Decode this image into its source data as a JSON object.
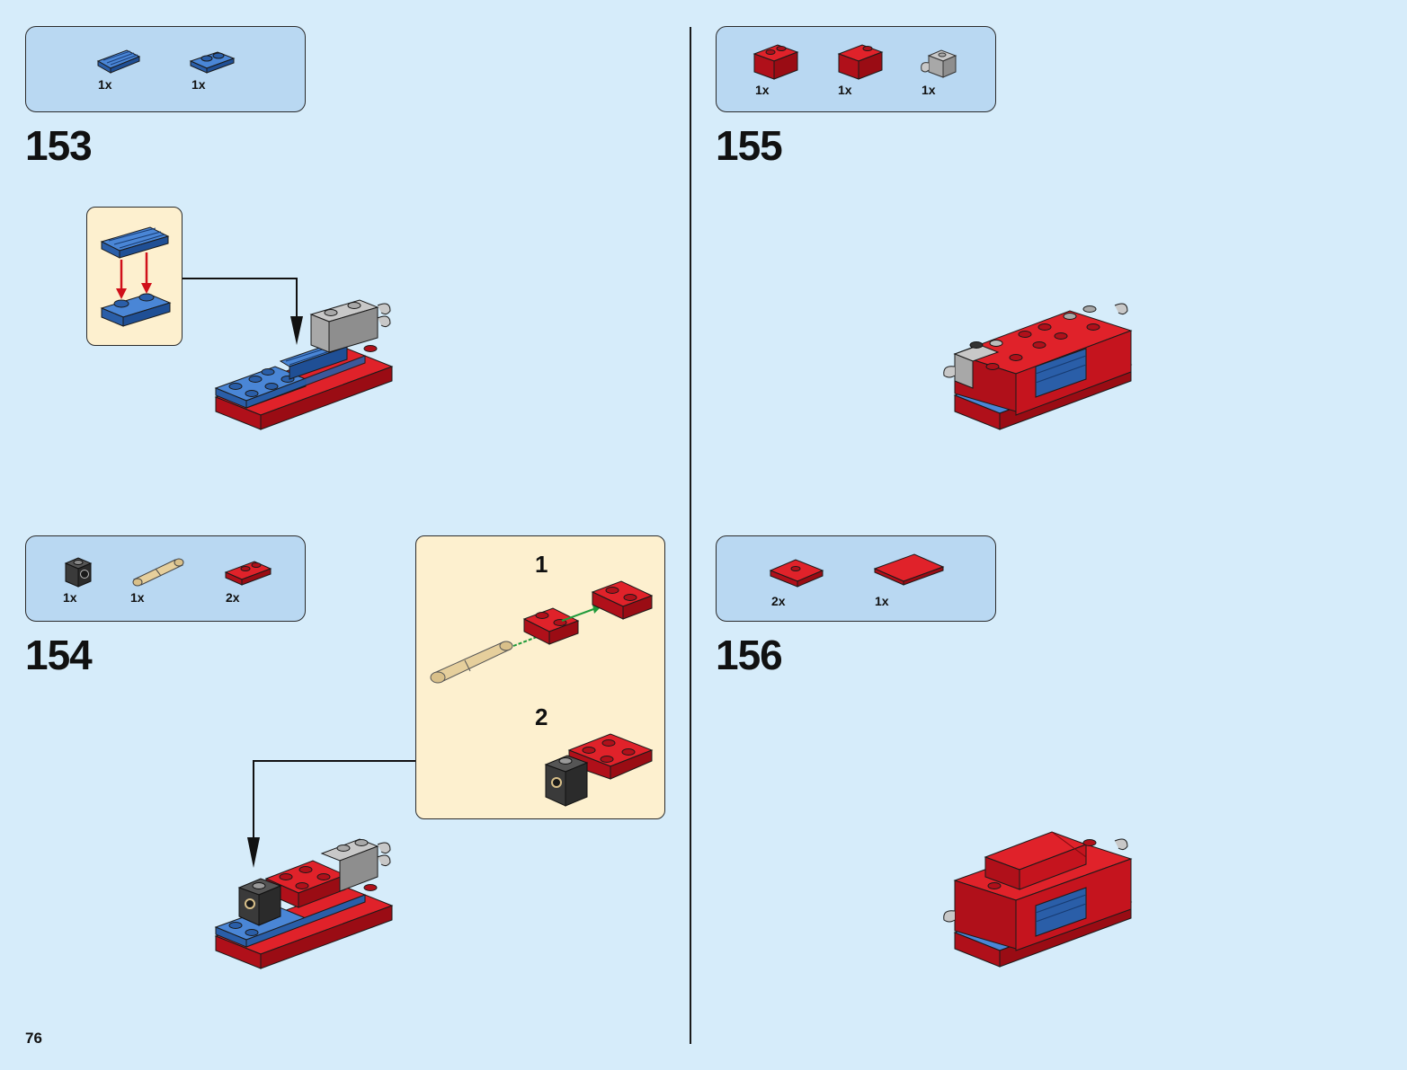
{
  "page": {
    "number": "76"
  },
  "steps": [
    {
      "number": "153",
      "parts": [
        {
          "name": "blue-grille-plate-icon",
          "qty": "1x",
          "color": "#2f6fc4"
        },
        {
          "name": "blue-plate-1x2-icon",
          "qty": "1x",
          "color": "#2f6fc4"
        }
      ]
    },
    {
      "number": "154",
      "parts": [
        {
          "name": "black-technic-brick-icon",
          "qty": "1x",
          "color": "#2b2b2b"
        },
        {
          "name": "tan-axle-pin-icon",
          "qty": "1x",
          "color": "#d9c08a"
        },
        {
          "name": "red-plate-with-pin-hole-icon",
          "qty": "2x",
          "color": "#d0101a"
        }
      ],
      "callout": {
        "substeps": [
          "1",
          "2"
        ]
      }
    },
    {
      "number": "155",
      "parts": [
        {
          "name": "red-brick-1x2-icon",
          "qty": "1x",
          "color": "#d0101a"
        },
        {
          "name": "red-slope-icon",
          "qty": "1x",
          "color": "#d0101a"
        },
        {
          "name": "grey-clip-brick-icon",
          "qty": "1x",
          "color": "#a8a8a8"
        }
      ]
    },
    {
      "number": "156",
      "parts": [
        {
          "name": "red-plate-2x2-icon",
          "qty": "2x",
          "color": "#d0101a"
        },
        {
          "name": "red-tile-flat-icon",
          "qty": "1x",
          "color": "#d0101a"
        }
      ]
    }
  ]
}
